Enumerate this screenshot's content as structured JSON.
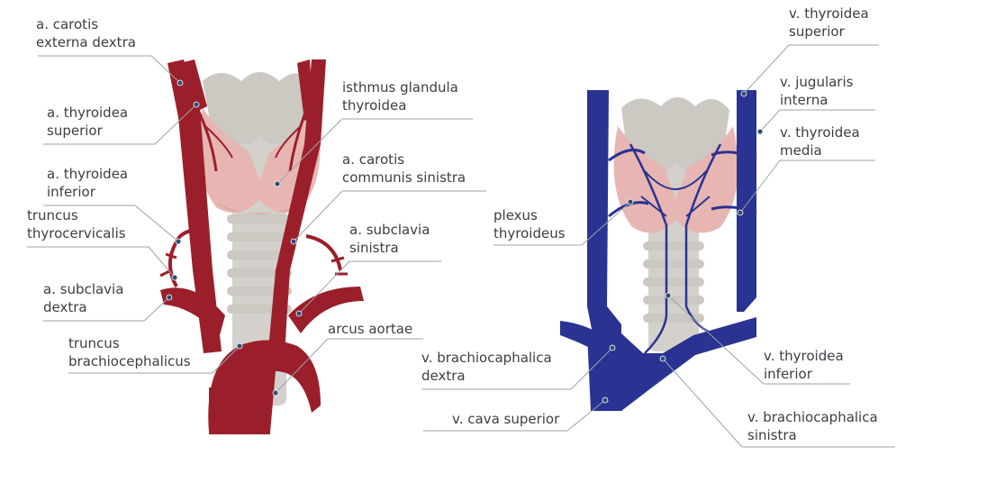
{
  "arteries_panel": {
    "labels": {
      "carotis_externa_dextra": [
        "a. carotis",
        "externa dextra"
      ],
      "thyroidea_superior": [
        "a. thyroidea",
        "superior"
      ],
      "thyroidea_inferior": [
        "a. thyroidea",
        "inferior"
      ],
      "truncus_thyrocervicalis": [
        "truncus",
        "thyrocervicalis"
      ],
      "subclavia_dextra": [
        "a. subclavia",
        "dextra"
      ],
      "truncus_brachiocephalicus": [
        "truncus",
        "brachiocephalicus"
      ],
      "isthmus_glandula": [
        "isthmus glandula",
        "thyroidea"
      ],
      "carotis_communis_sinistra": [
        "a. carotis",
        "communis sinistra"
      ],
      "subclavia_sinistra": [
        "a. subclavia",
        "sinistra"
      ],
      "arcus_aortae": [
        "arcus aortae"
      ]
    }
  },
  "veins_panel": {
    "labels": {
      "thyroidea_superior": [
        "v. thyroidea",
        "superior"
      ],
      "jugularis_interna": [
        "v. jugularis",
        "interna"
      ],
      "thyroidea_media": [
        "v. thyroidea",
        "media"
      ],
      "plexus_thyroideus": [
        "plexus",
        "thyroideus"
      ],
      "brachiocaphalica_dextra": [
        "v. brachiocaphalica",
        "dextra"
      ],
      "cava_superior": [
        "v. cava superior"
      ],
      "thyroidea_inferior": [
        "v. thyroidea",
        "inferior"
      ],
      "brachiocaphalica_sinistra": [
        "v. brachiocaphalica",
        "sinistra"
      ]
    }
  },
  "colors": {
    "artery": "#9b1f2a",
    "vein": "#2a3392",
    "thyroid": "#e8b6b2",
    "trachea": "#d4d0cb",
    "leader": "#9aa3ab",
    "text": "#3a3f44"
  }
}
